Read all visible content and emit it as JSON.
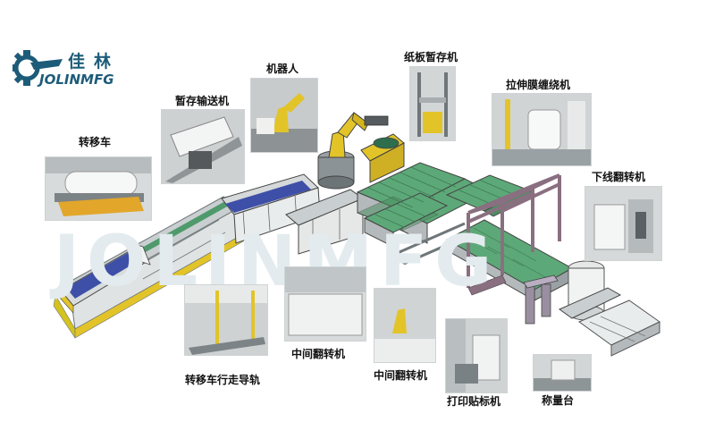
{
  "brand": {
    "name_cn": "佳林",
    "name_en": "JOLINMFG",
    "watermark": "JOLINMFG",
    "color": "#1d5c79"
  },
  "labels": {
    "transfer_car": "转移车",
    "buffer_conveyor": "暂存输送机",
    "robot": "机器人",
    "board_buffer": "纸板暂存机",
    "stretch_wrapper": "拉伸膜缠绕机",
    "offline_flipper": "下线翻转机",
    "transfer_rail": "转移车行走导轨",
    "middle_flipper_1": "中间翻转机",
    "middle_flipper_2": "中间翻转机",
    "label_printer": "打印贴标机",
    "weighing_station": "称量台"
  },
  "colors": {
    "conveyor_green": "#5da878",
    "frame_gray": "#9aa1a4",
    "frame_dark": "#555b5e",
    "gantry_purple": "#8a6f80",
    "yellow": "#e2c429",
    "blue_belt": "#3e4fa8"
  }
}
